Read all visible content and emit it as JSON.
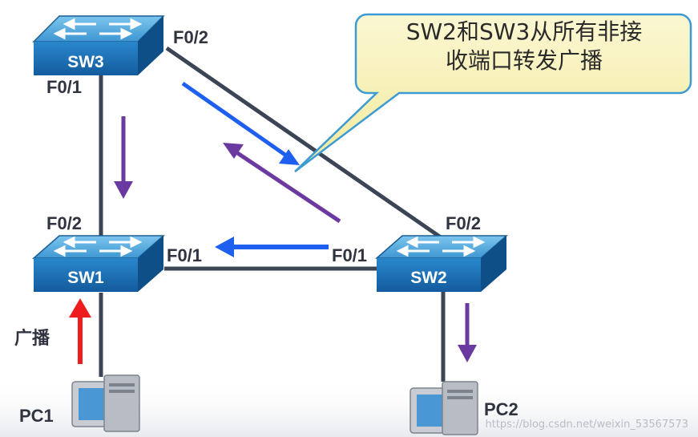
{
  "switches": {
    "sw1": {
      "name": "SW1"
    },
    "sw2": {
      "name": "SW2"
    },
    "sw3": {
      "name": "SW3"
    }
  },
  "ports": {
    "sw3_f02": "F0/2",
    "sw3_f01": "F0/1",
    "sw1_f02": "F0/2",
    "sw1_f01": "F0/1",
    "sw2_f01": "F0/1",
    "sw2_f02": "F0/2"
  },
  "pcs": {
    "pc1": "PC1",
    "pc2": "PC2"
  },
  "callout": {
    "line1": "SW2和SW3从所有非接",
    "line2": "收端口转发广播"
  },
  "broadcast_label": "广播",
  "watermark": "https://blog.csdn.net/weixin_53567573",
  "colors": {
    "blue_arrow": "#1f5ff0",
    "purple_arrow": "#6b3aa0",
    "red_arrow": "#ee1c1c",
    "link": "#3b4555",
    "switch_top": "#4aa8dc",
    "switch_side": "#1566a8",
    "callout_fill": "#f7f1b7",
    "callout_border": "#3d9bd4"
  }
}
